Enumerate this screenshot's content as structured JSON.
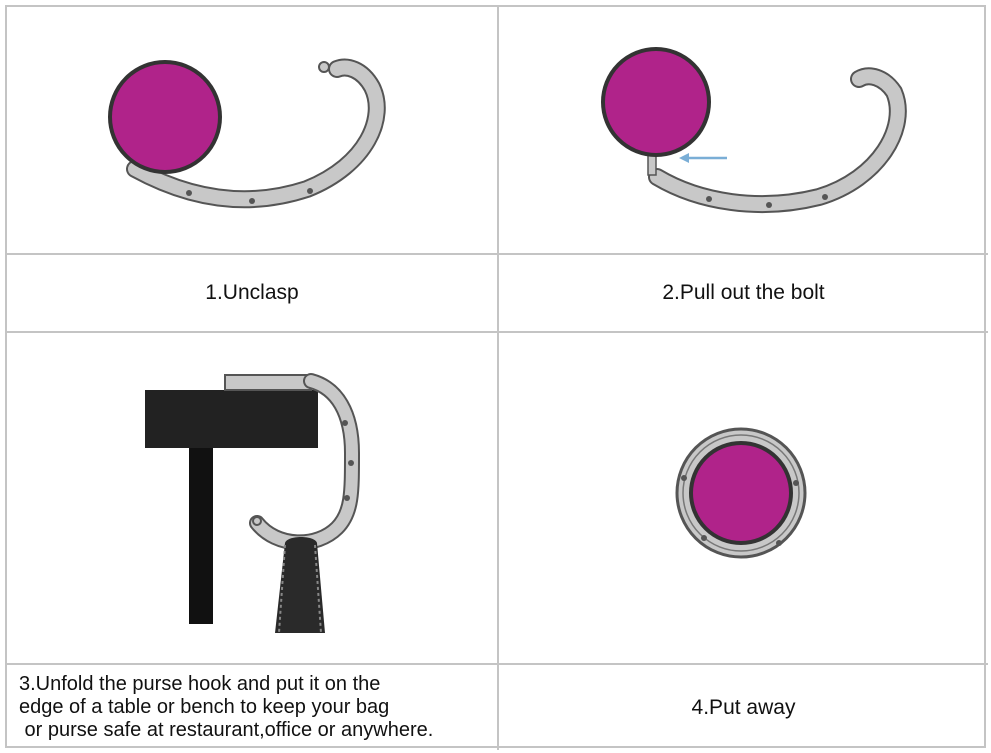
{
  "colors": {
    "disc": "#b0238a",
    "metal": "#c8c8c8",
    "metal_dark": "#555555",
    "table": "#222222",
    "arrow": "#7aaed6",
    "grid": "#c4c4c4"
  },
  "steps": [
    {
      "caption": "1.Unclasp"
    },
    {
      "caption": "2.Pull out the bolt"
    },
    {
      "caption_lines": [
        "3.Unfold the purse hook and put it on the",
        "edge of a table or bench to keep your bag",
        " or purse safe at restaurant,office or anywhere."
      ]
    },
    {
      "caption": "4.Put away"
    }
  ]
}
